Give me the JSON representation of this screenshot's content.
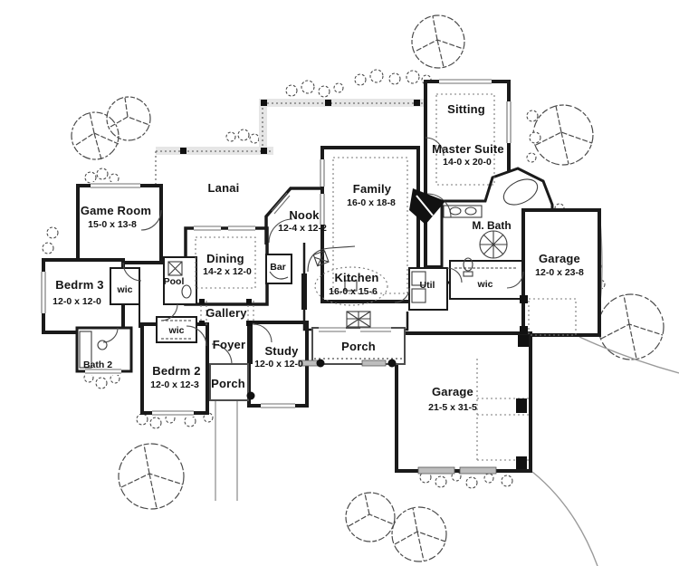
{
  "plan": {
    "type": "architectural-floor-plan",
    "colors": {
      "wall": "#1a1a1a",
      "thin_line": "#555555",
      "dashed": "#777777",
      "text": "#141414",
      "band": "#e6e6e6"
    },
    "rooms": [
      {
        "id": "game-room",
        "name": "Game Room",
        "dims": "15-0 x 13-8"
      },
      {
        "id": "lanai",
        "name": "Lanai",
        "dims": ""
      },
      {
        "id": "sitting",
        "name": "Sitting",
        "dims": ""
      },
      {
        "id": "master-suite",
        "name": "Master Suite",
        "dims": "14-0 x 20-0"
      },
      {
        "id": "family",
        "name": "Family",
        "dims": "16-0 x 18-8"
      },
      {
        "id": "nook",
        "name": "Nook",
        "dims": "12-4 x 12-2"
      },
      {
        "id": "dining",
        "name": "Dining",
        "dims": "14-2 x 12-0"
      },
      {
        "id": "bar",
        "name": "Bar",
        "dims": ""
      },
      {
        "id": "kitchen",
        "name": "Kitchen",
        "dims": "16-0 x 15-6"
      },
      {
        "id": "m-bath",
        "name": "M. Bath",
        "dims": ""
      },
      {
        "id": "util",
        "name": "Util",
        "dims": ""
      },
      {
        "id": "wic-master",
        "name": "wic",
        "dims": ""
      },
      {
        "id": "garage-side",
        "name": "Garage",
        "dims": "12-0 x 23-8"
      },
      {
        "id": "garage-main",
        "name": "Garage",
        "dims": "21-5 x 31-5"
      },
      {
        "id": "bedrm-3",
        "name": "Bedrm 3",
        "dims": "12-0 x 12-0"
      },
      {
        "id": "wic-bedrm3",
        "name": "wic",
        "dims": ""
      },
      {
        "id": "pool-bath",
        "name": "Pool",
        "dims": ""
      },
      {
        "id": "gallery",
        "name": "Gallery",
        "dims": ""
      },
      {
        "id": "bath-2",
        "name": "Bath 2",
        "dims": ""
      },
      {
        "id": "wic-bedrm2",
        "name": "wic",
        "dims": ""
      },
      {
        "id": "bedrm-2",
        "name": "Bedrm 2",
        "dims": "12-0 x 12-3"
      },
      {
        "id": "foyer",
        "name": "Foyer",
        "dims": ""
      },
      {
        "id": "porch-front",
        "name": "Porch",
        "dims": ""
      },
      {
        "id": "study",
        "name": "Study",
        "dims": "12-0 x 12-0"
      },
      {
        "id": "porch-rear",
        "name": "Porch",
        "dims": ""
      }
    ]
  }
}
